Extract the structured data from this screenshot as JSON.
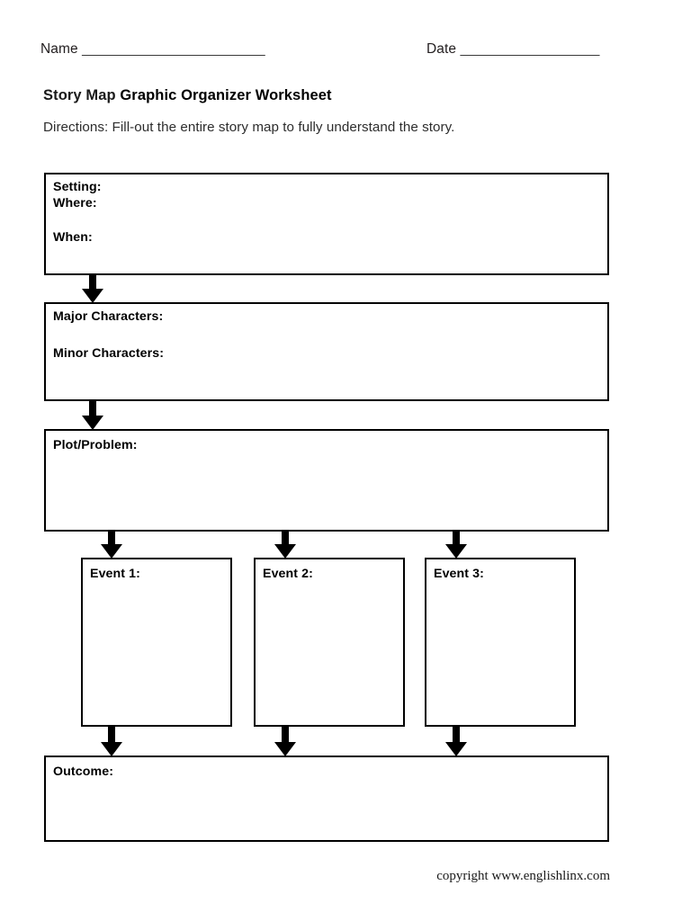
{
  "header": {
    "name_label": "Name",
    "name_rule": "_________________________",
    "date_label": "Date",
    "date_rule": "___________________"
  },
  "title": {
    "part1": "Story Map ",
    "part2": "Graphic Organizer Worksheet"
  },
  "directions": "Directions: Fill-out the entire story map to fully understand the story.",
  "organizer": {
    "setting": {
      "label": "Setting:",
      "where_label": "Where:",
      "when_label": "When:"
    },
    "characters": {
      "major_label": "Major Characters:",
      "minor_label": "Minor Characters:"
    },
    "plot": {
      "label": "Plot/Problem:"
    },
    "events": [
      {
        "label": "Event 1:"
      },
      {
        "label": "Event 2:"
      },
      {
        "label": "Event 3:"
      }
    ],
    "outcome": {
      "label": "Outcome:"
    }
  },
  "footer": {
    "copyright": "copyright www.englishlinx.com"
  },
  "colors": {
    "ink": "#000000",
    "paper": "#ffffff",
    "muted_ink": "#2d2d2d"
  }
}
